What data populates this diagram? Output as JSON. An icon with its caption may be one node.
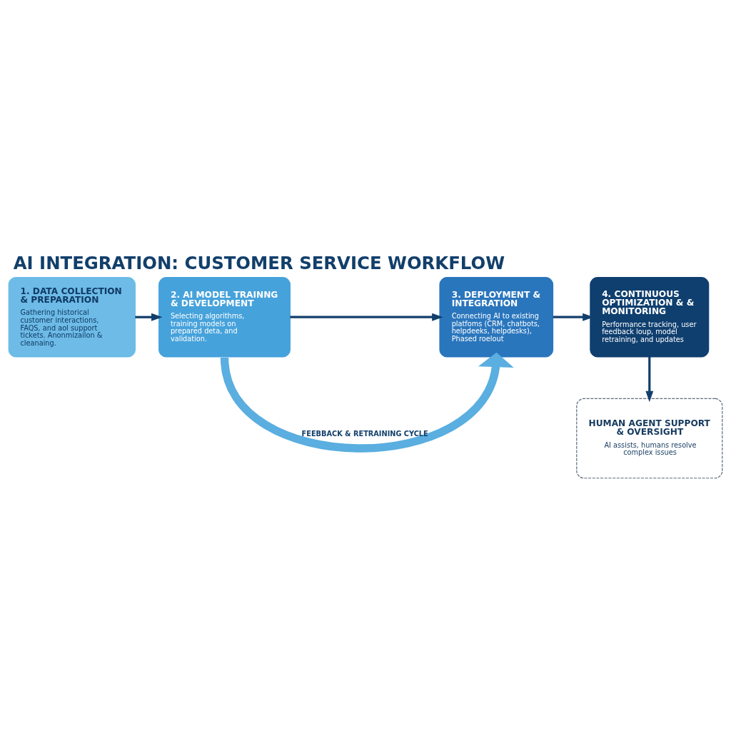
{
  "diagram": {
    "title": "AI INTEGRATION: CUSTOMER SERVICE WORKFLOW",
    "nodes": [
      {
        "text": [
          "1. DATA COLLECTION & PREPARATION",
          "Gathering historical customer interactions, FAQS, and aol support tickets. Anonmizailon & cleanaing."
        ]
      },
      {
        "text": [
          "2. AI MODEL TRAINNG & DEVELOPMENT",
          "Selecting algorithms, training models on prepared deta, and validation."
        ]
      },
      {
        "text": [
          "3. DEPLOYMENT & INTEGRATION",
          "Connecting AI to existing platfoms (CRM, chatbots, helpdeeks, helpdesks), Phased roelout"
        ]
      },
      {
        "text": [
          "4. CONTINUOUS OPTIMIZATION & & MONITORING",
          "Performance tracking, user feedback loup, model retraining, and updates"
        ]
      },
      {
        "text": [
          "HUMAN AGENT SUPPORT & OVERSIGHT",
          "AI assists, humans resolve complex issues"
        ]
      }
    ],
    "edges": [
      {
        "from": 0,
        "to": 1,
        "arrow": "to"
      },
      {
        "from": 1,
        "to": 2,
        "arrow": "to"
      },
      {
        "from": 2,
        "to": 3,
        "arrow": "to"
      },
      {
        "from": 3,
        "to": 4,
        "arrow": "to"
      },
      {
        "from": 1,
        "to": 2,
        "arrow": "to",
        "label": "FEEBBACK & RETRAINING CYCLE",
        "style": "thick",
        "color": "#5aaee0"
      }
    ]
  }
}
